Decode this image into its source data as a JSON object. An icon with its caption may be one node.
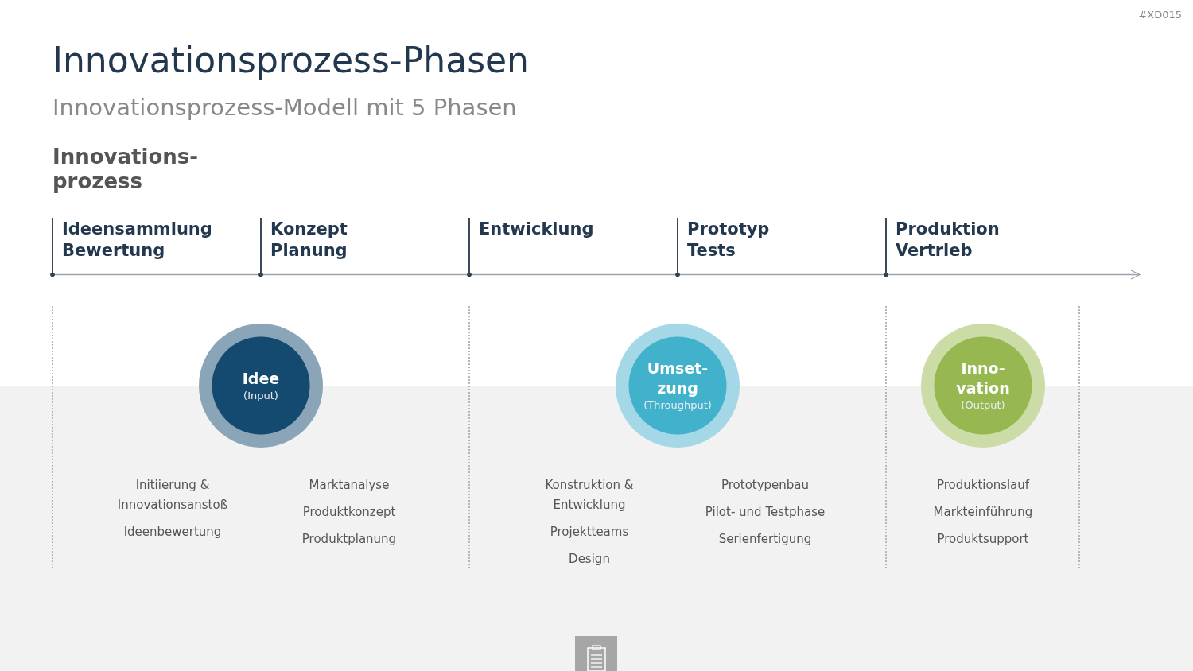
{
  "diagram": {
    "title": "Innovationsprozess-Phasen",
    "nodes": [
      {
        "text": [
          "Ideensammlung Bewertung"
        ]
      },
      {
        "text": [
          "Konzept Planung"
        ]
      },
      {
        "text": [
          "Entwicklung"
        ]
      },
      {
        "text": [
          "Prototyp Tests"
        ]
      },
      {
        "text": [
          "Produktion Vertrieb"
        ]
      },
      {
        "text": [
          "Idee",
          "(Input)"
        ]
      },
      {
        "text": [
          "Umset- zung",
          "(Throughput)"
        ]
      },
      {
        "text": [
          "Inno- vation",
          "(Output)"
        ]
      }
    ],
    "edges": [],
    "labels": [
      "#XD015",
      "Innovationsprozess-Modell mit 5 Phasen",
      "Innovations- prozess",
      "Initiierung & Innovationsanstoß",
      "Ideenbewertung",
      "Marktanalyse",
      "Produktkonzept",
      "Produktplanung",
      "Konstruktion & Entwicklung",
      "Projektteams",
      "Design",
      "Prototypenbau",
      "Pilot- und Testphase",
      "Serienfertigung",
      "Produktionslauf",
      "Markteinführung",
      "Produktsupport"
    ]
  }
}
